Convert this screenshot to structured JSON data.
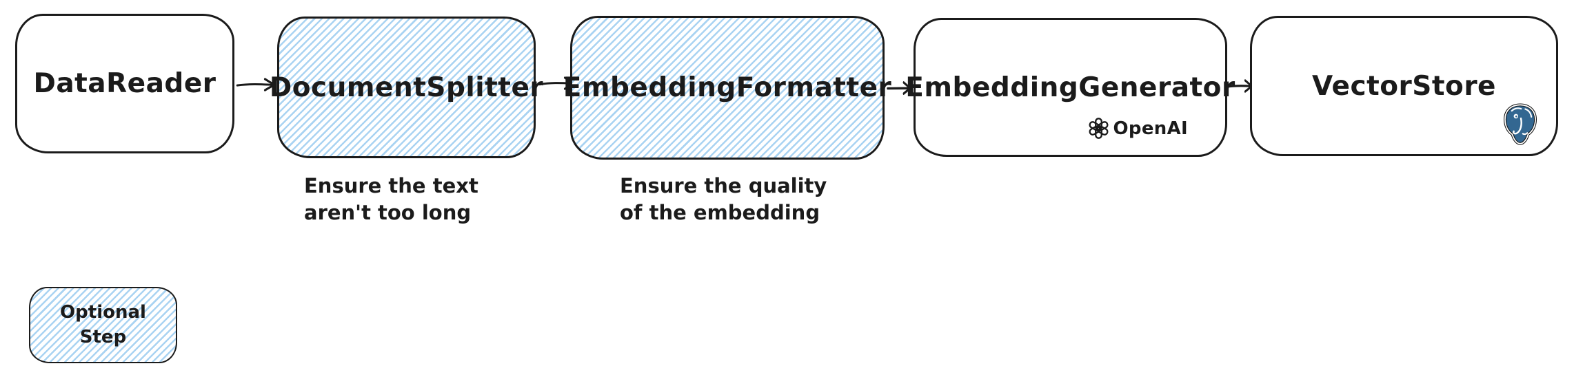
{
  "colors": {
    "ink": "#1b1b1b",
    "hatch": "#a9d3f2",
    "postgres_blue": "#336791",
    "background": "#ffffff"
  },
  "nodes": [
    {
      "label": "DataReader",
      "optional": false
    },
    {
      "label": "DocumentSplitter",
      "optional": true,
      "note": "Ensure the text\naren't too long"
    },
    {
      "label": "EmbeddingFormatter",
      "optional": true,
      "note": "Ensure the quality\nof the embedding"
    },
    {
      "label": "EmbeddingGenerator",
      "optional": false,
      "vendor": "OpenAI",
      "vendor_icon": "openai-logo"
    },
    {
      "label": "VectorStore",
      "optional": false,
      "vendor_icon": "postgresql-elephant"
    }
  ],
  "legend": {
    "label": "Optional\nStep"
  }
}
